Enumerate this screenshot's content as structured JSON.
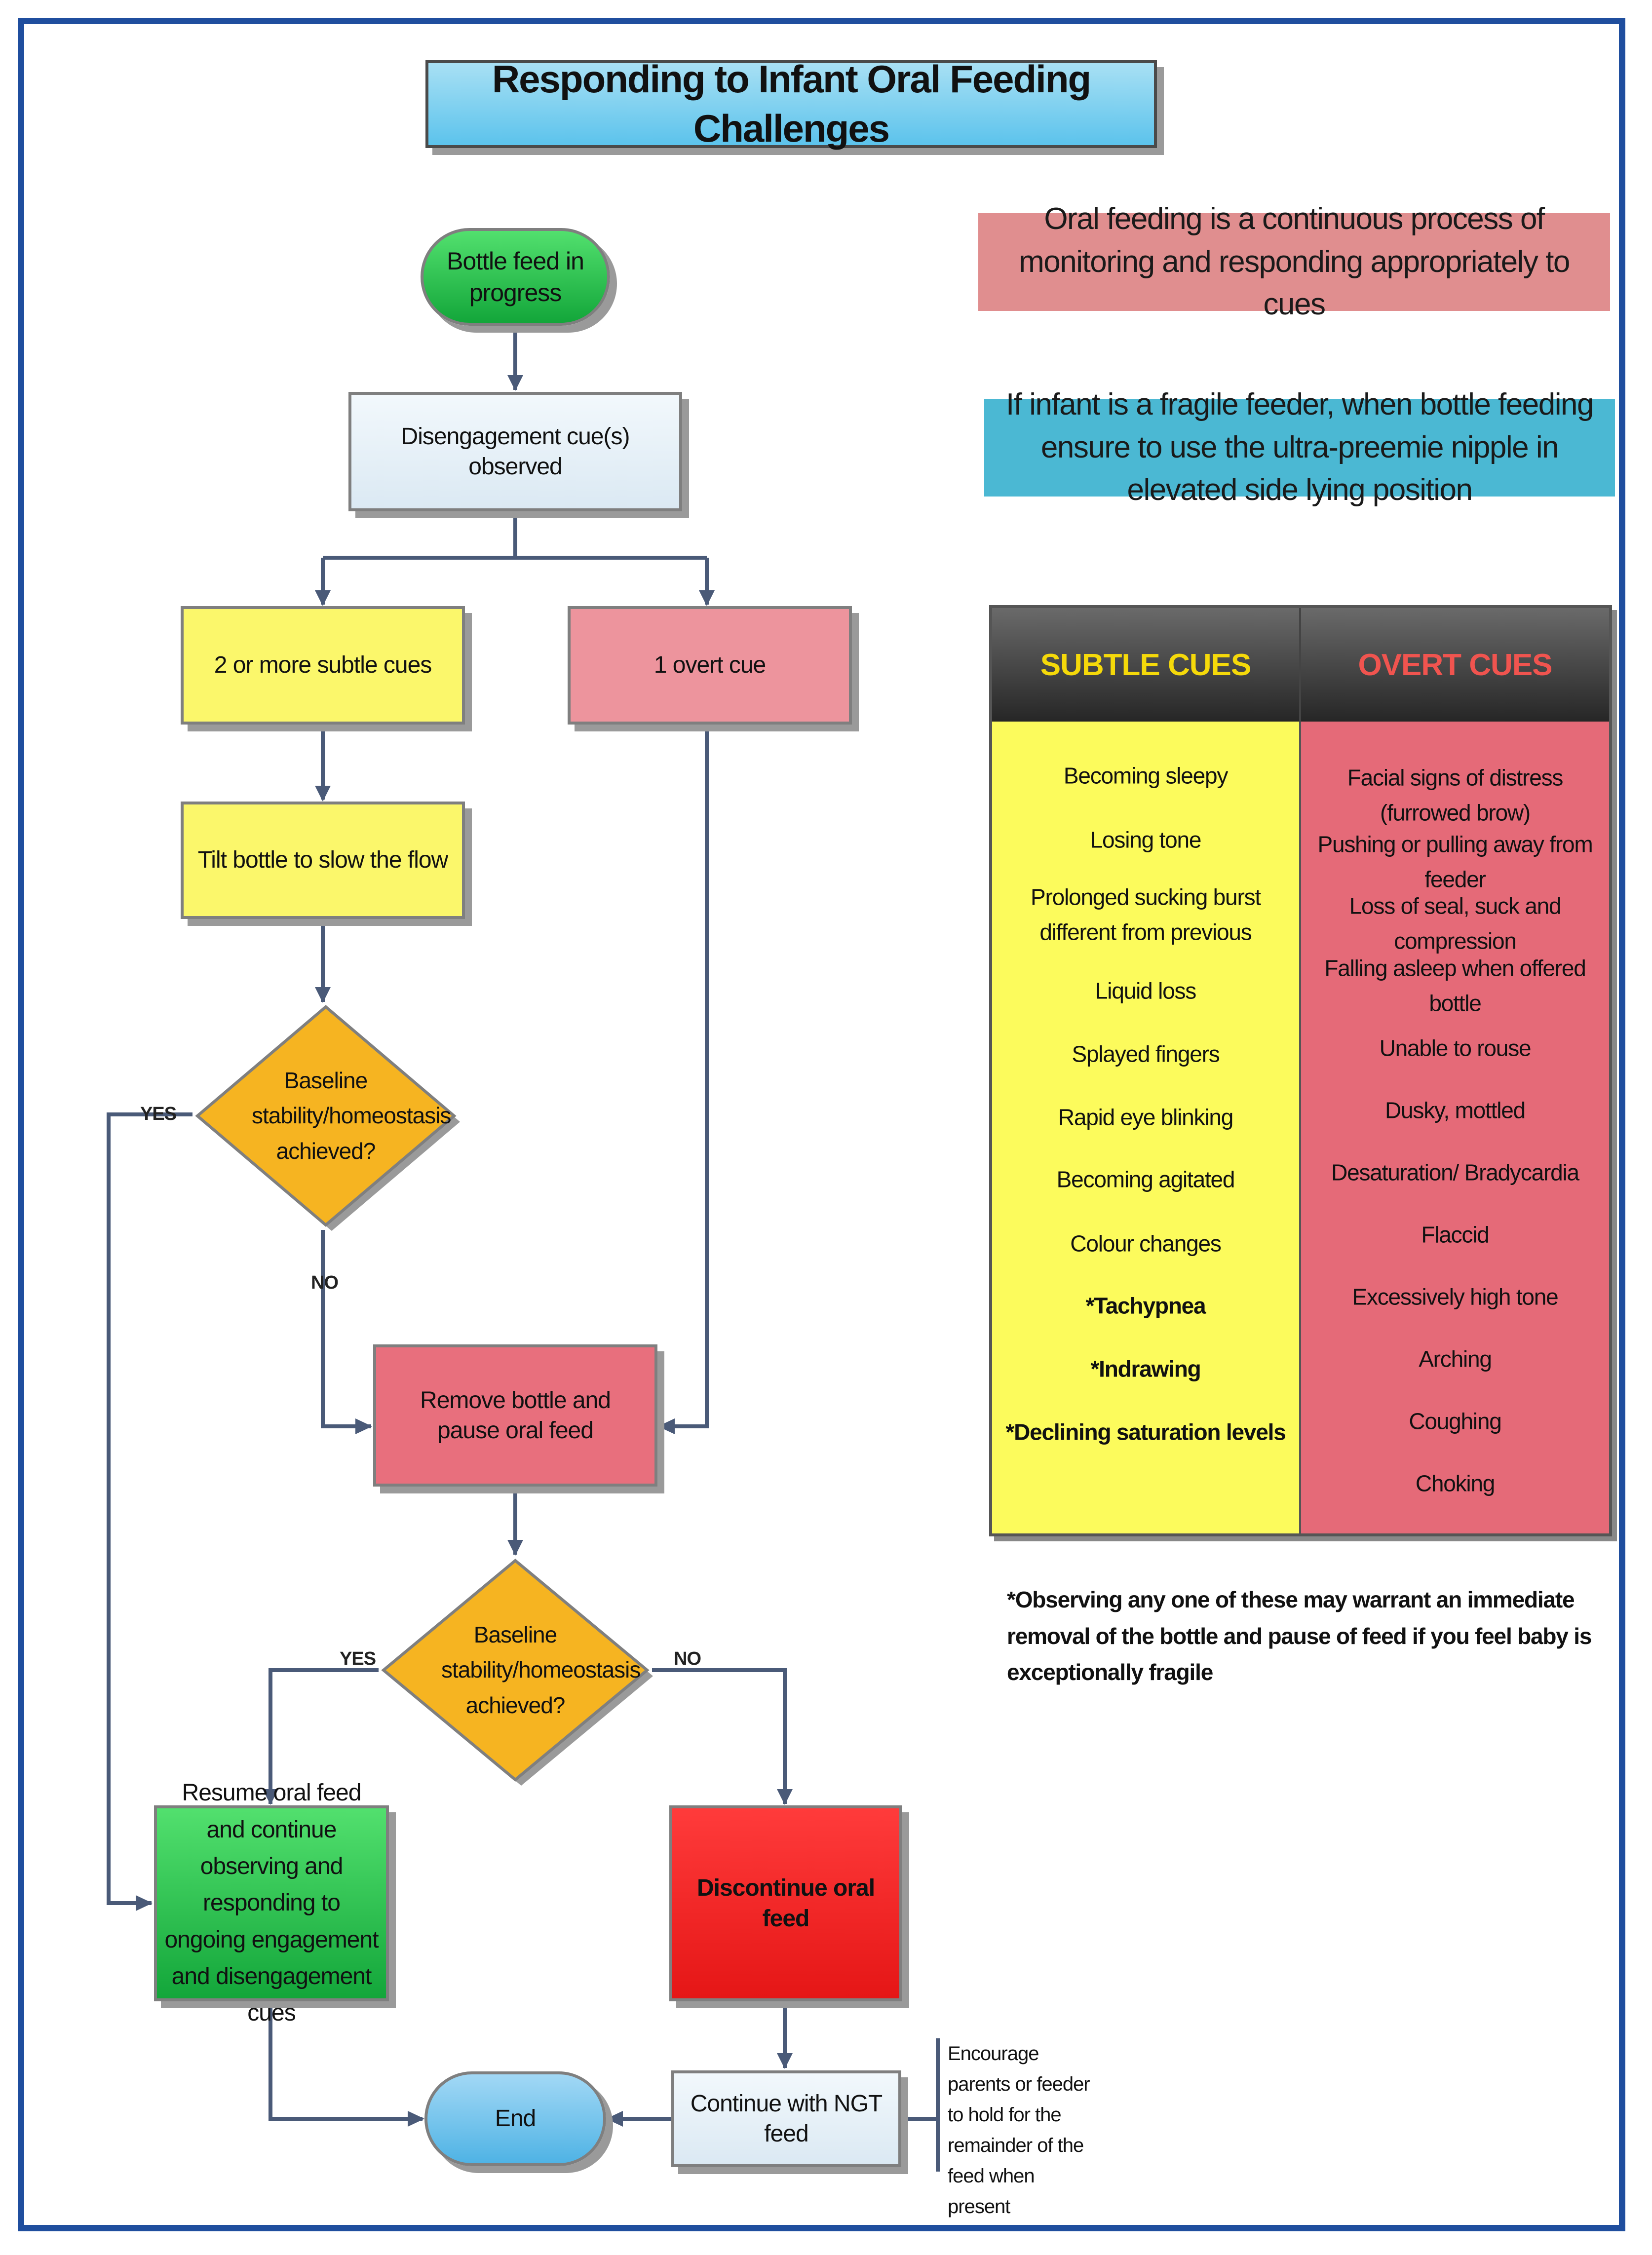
{
  "title": "Responding to Infant Oral Feeding Challenges",
  "notes": {
    "continuous": "Oral feeding is a continuous process of monitoring and responding appropriately to cues",
    "fragile": "If infant is a fragile feeder, when bottle feeding ensure to use the ultra-preemie nipple in elevated side lying position"
  },
  "flow": {
    "start": "Bottle feed in progress",
    "disengagement": "Disengagement cue(s) observed",
    "subtle_branch": "2 or more subtle cues",
    "overt_branch": "1 overt cue",
    "tilt": "Tilt bottle to slow the flow",
    "decision1": "Baseline stability/homeostasis achieved?",
    "decision1_yes": "YES",
    "decision1_no": "NO",
    "remove": "Remove bottle and pause oral feed",
    "decision2": "Baseline stability/homeostasis achieved?",
    "decision2_yes": "YES",
    "decision2_no": "NO",
    "resume": "Resume oral feed and continue observing and responding to ongoing engagement and disengagement cues",
    "discontinue": "Discontinue oral feed",
    "ngt": "Continue with NGT feed",
    "end": "End",
    "ngt_note": "Encourage parents or feeder to hold for the remainder of the feed when present"
  },
  "cues_table": {
    "subtle_header": "SUBTLE CUES",
    "overt_header": "OVERT CUES",
    "subtle_header_color": "#f5d90a",
    "overt_header_color": "#f0544f",
    "subtle": [
      {
        "text": "Becoming sleepy",
        "bold": false
      },
      {
        "text": "Losing tone",
        "bold": false
      },
      {
        "text": "Prolonged sucking burst different from previous",
        "bold": false
      },
      {
        "text": "Liquid loss",
        "bold": false
      },
      {
        "text": "Splayed fingers",
        "bold": false
      },
      {
        "text": "Rapid eye blinking",
        "bold": false
      },
      {
        "text": "Becoming agitated",
        "bold": false
      },
      {
        "text": "Colour changes",
        "bold": false
      },
      {
        "text": "*Tachypnea",
        "bold": true
      },
      {
        "text": "*Indrawing",
        "bold": true
      },
      {
        "text": "*Declining saturation levels",
        "bold": true
      }
    ],
    "overt": [
      {
        "text": "Facial signs of distress (furrowed brow)",
        "bold": false
      },
      {
        "text": "Pushing or pulling away from feeder",
        "bold": false
      },
      {
        "text": "Loss of seal, suck and compression",
        "bold": false
      },
      {
        "text": "Falling asleep when offered bottle",
        "bold": false
      },
      {
        "text": "Unable to rouse",
        "bold": false
      },
      {
        "text": "Dusky, mottled",
        "bold": false
      },
      {
        "text": "Desaturation/ Bradycardia",
        "bold": false
      },
      {
        "text": "Flaccid",
        "bold": false
      },
      {
        "text": "Excessively high tone",
        "bold": false
      },
      {
        "text": "Arching",
        "bold": false
      },
      {
        "text": "Coughing",
        "bold": false
      },
      {
        "text": "Choking",
        "bold": false
      }
    ]
  },
  "footnote": "*Observing any one of these may warrant an immediate removal of the bottle and pause of feed if you feel baby is exceptionally fragile",
  "colors": {
    "frame": "#1f4e9e",
    "connector": "#4a5a78",
    "subtle_fill": "#fbf76b",
    "overt_fill": "#e86f7d",
    "decision_fill": "#f6b421",
    "start_fill": "#27c24c",
    "stop_fill": "#ff2b2b"
  }
}
